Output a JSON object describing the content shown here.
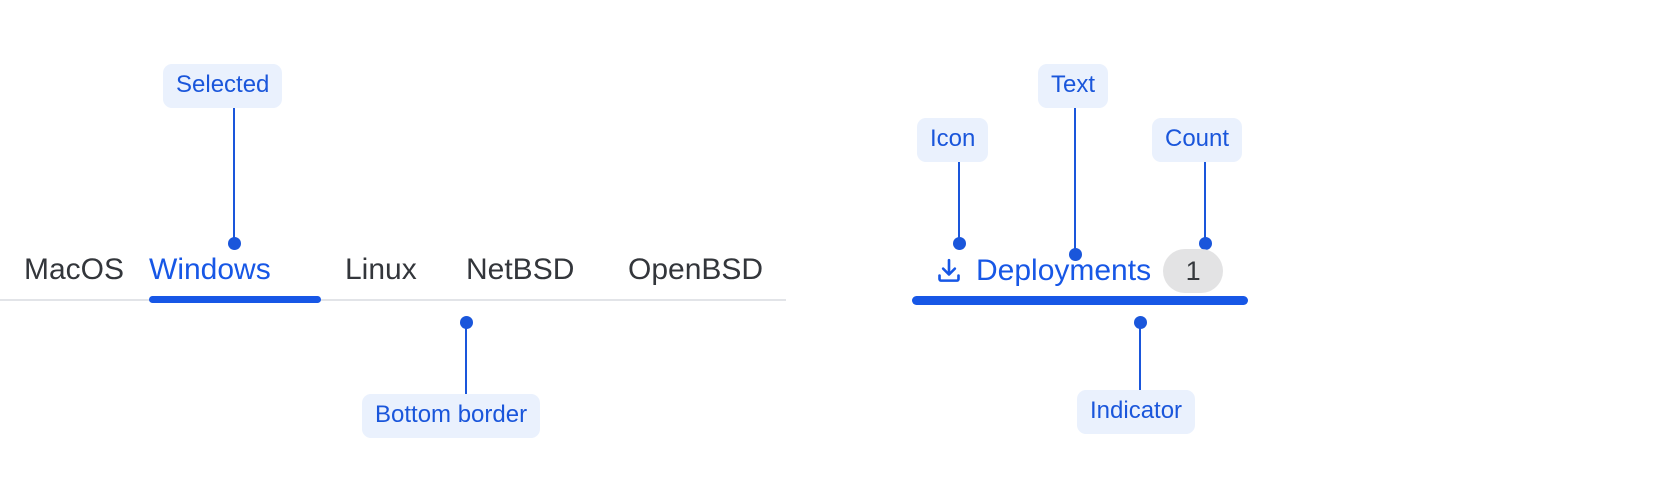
{
  "left_group": {
    "tabs": [
      {
        "label": "MacOS",
        "selected": false
      },
      {
        "label": "Windows",
        "selected": true
      },
      {
        "label": "Linux",
        "selected": false
      },
      {
        "label": "NetBSD",
        "selected": false
      },
      {
        "label": "OpenBSD",
        "selected": false
      }
    ],
    "annotations": {
      "selected": "Selected",
      "bottom_border": "Bottom border"
    }
  },
  "right_group": {
    "tab": {
      "icon": "download-icon",
      "label": "Deployments",
      "count": "1",
      "selected": true
    },
    "annotations": {
      "icon": "Icon",
      "text": "Text",
      "count": "Count",
      "indicator": "Indicator"
    }
  },
  "colors": {
    "accent_blue": "#1757e6",
    "annotation_blue": "#1a56db",
    "annotation_bg": "#eaf1fd",
    "tab_text": "#33363b",
    "divider": "#e2e4e8",
    "badge_bg": "#e3e3e4",
    "badge_text": "#36393d"
  }
}
